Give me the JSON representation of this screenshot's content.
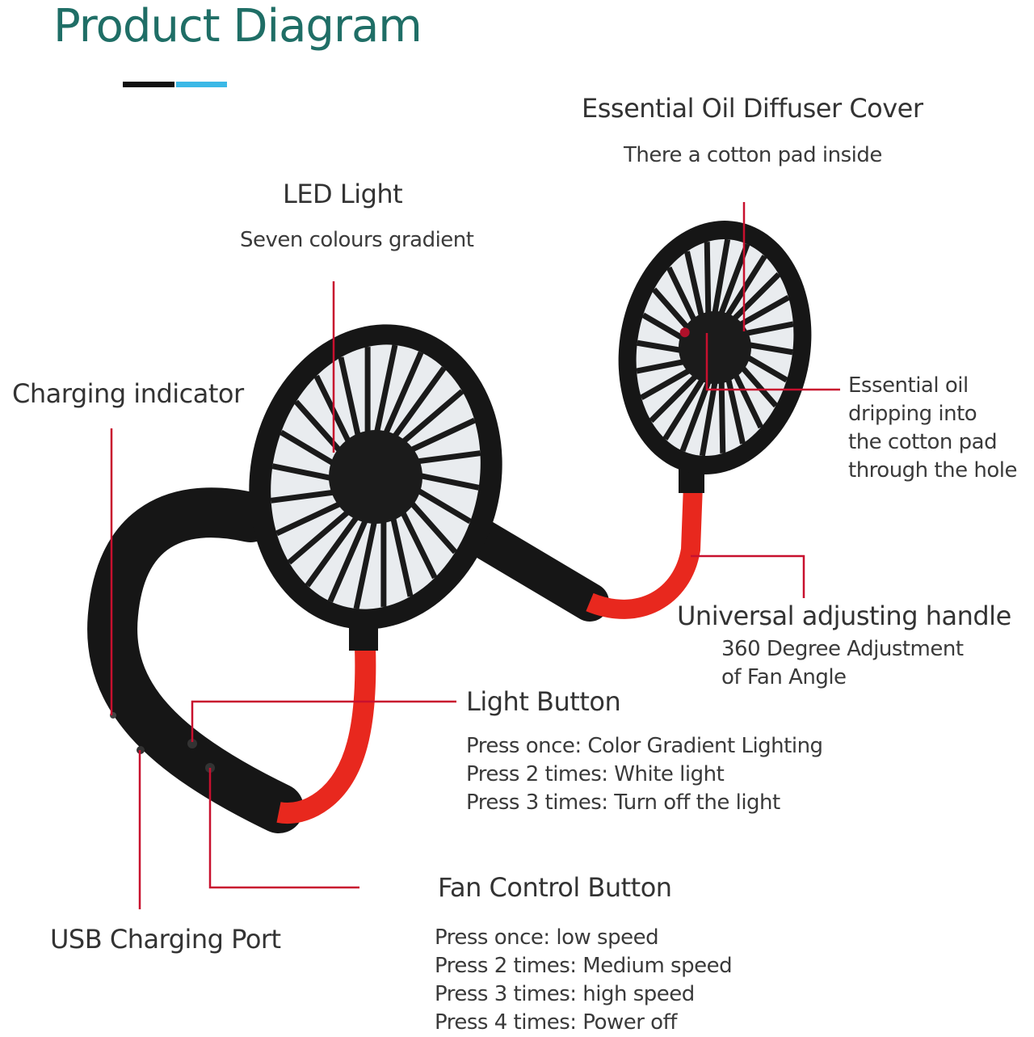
{
  "title": "Product Diagram",
  "colors": {
    "title": "#1f6e66",
    "accent_blue": "#3bb8e6",
    "leader": "#c8102e",
    "tube": "#e8281e",
    "body": "#161616"
  },
  "labels": {
    "diffuser": {
      "heading": "Essential Oil Diffuser Cover",
      "sub": "There a cotton pad inside"
    },
    "led": {
      "heading": "LED Light",
      "sub": "Seven colours gradient"
    },
    "charging_indicator": {
      "heading": "Charging indicator"
    },
    "essential_oil": {
      "lines": [
        "Essential oil",
        "dripping into",
        "the cotton pad",
        "through the hole"
      ]
    },
    "handle": {
      "heading": "Universal adjusting handle",
      "lines": [
        "360 Degree Adjustment",
        "of Fan Angle"
      ]
    },
    "light_button": {
      "heading": "Light Button",
      "lines": [
        "Press once: Color Gradient Lighting",
        "Press 2 times: White light",
        "Press 3 times: Turn off the light"
      ]
    },
    "fan_button": {
      "heading": "Fan Control Button",
      "lines": [
        "Press once: low speed",
        "Press 2 times: Medium speed",
        "Press 3 times: high speed",
        "Press 4 times: Power off"
      ]
    },
    "usb": {
      "heading": "USB Charging Port"
    }
  }
}
